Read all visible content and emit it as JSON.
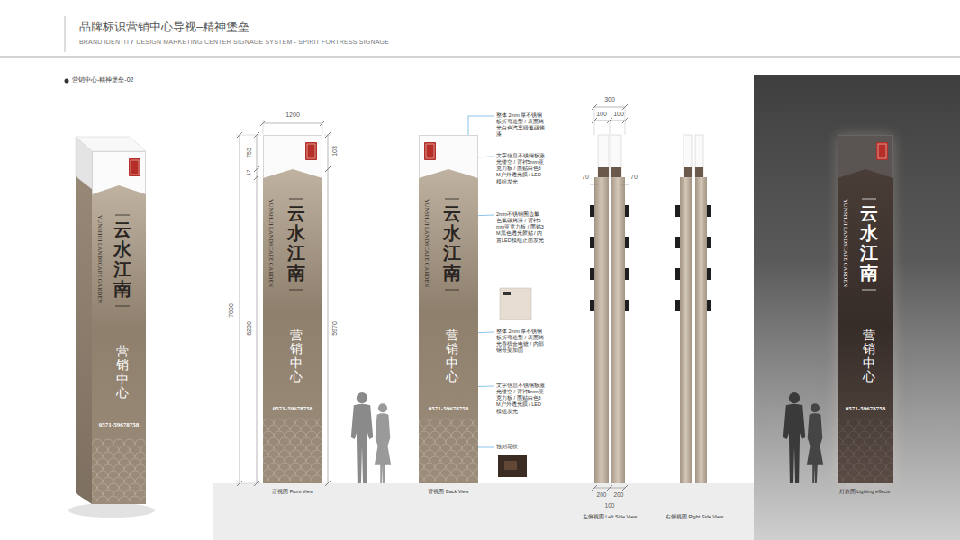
{
  "diagram": {
    "title": "品牌标识营销中心导视–精神堡垒",
    "nodes": [
      {
        "text": [
          "云水江南",
          "YUNSHUI LANDSCAPE GARDEN",
          "营销中心",
          "0571-59678758"
        ]
      },
      {
        "text": [
          "云水江南",
          "YUNSHUI LANDSCAPE GARDEN",
          "营销中心",
          "0571-59678758"
        ]
      },
      {
        "text": [
          "云水江南",
          "YUNSHUI LANDSCAPE GARDEN",
          "营销中心",
          "0571-59678758"
        ]
      },
      {
        "text": [
          "灯效图 Lighting effects"
        ]
      },
      {
        "text": [
          "云水江南",
          "YUNSHUI LANDSCAPE GARDEN",
          "营销中心",
          "0571-59678758"
        ],
        "in": 3
      }
    ],
    "labels": [
      "BRAND IDENTITY DESIGN MARKETING CENTER SIGNAGE SYSTEM - SPIRIT FORTRESS SIGNAGE",
      "营销中心-精神堡垒-02",
      "1200",
      "753",
      "17",
      "6230",
      "7000",
      "103",
      "5970",
      "正视图 Front View",
      "整体 2mm 厚不锈钢板折弯造型 / 表面烤光白色汽车级氟碳烤漆",
      "文字信息不锈钢板激光镂空 / 背衬5mm亚克力板 / 面贴白色3M户外透光膜 / LED模组发光",
      "2mm不锈钢围边氟色氟碳烤漆 / 背衬5mm亚克力板 / 面贴3M黑色透光胶贴 / 内置LED模组正面发光",
      "整体 2mm 厚不锈钢板折弯造型 / 表面烤光香槟金电镀 / 内部钢骨架加固",
      "文字信息不锈钢板激光镂空 / 背衬5mm亚克力板 / 面贴白色3M户外透光膜 / LED模组发光",
      "蚀刻花纹",
      "背视图 Back View",
      "300",
      "100",
      "100",
      "70",
      "70",
      "200",
      "200",
      "100",
      "左侧视图 Left Side View",
      "右侧视图 Right Side View"
    ]
  }
}
